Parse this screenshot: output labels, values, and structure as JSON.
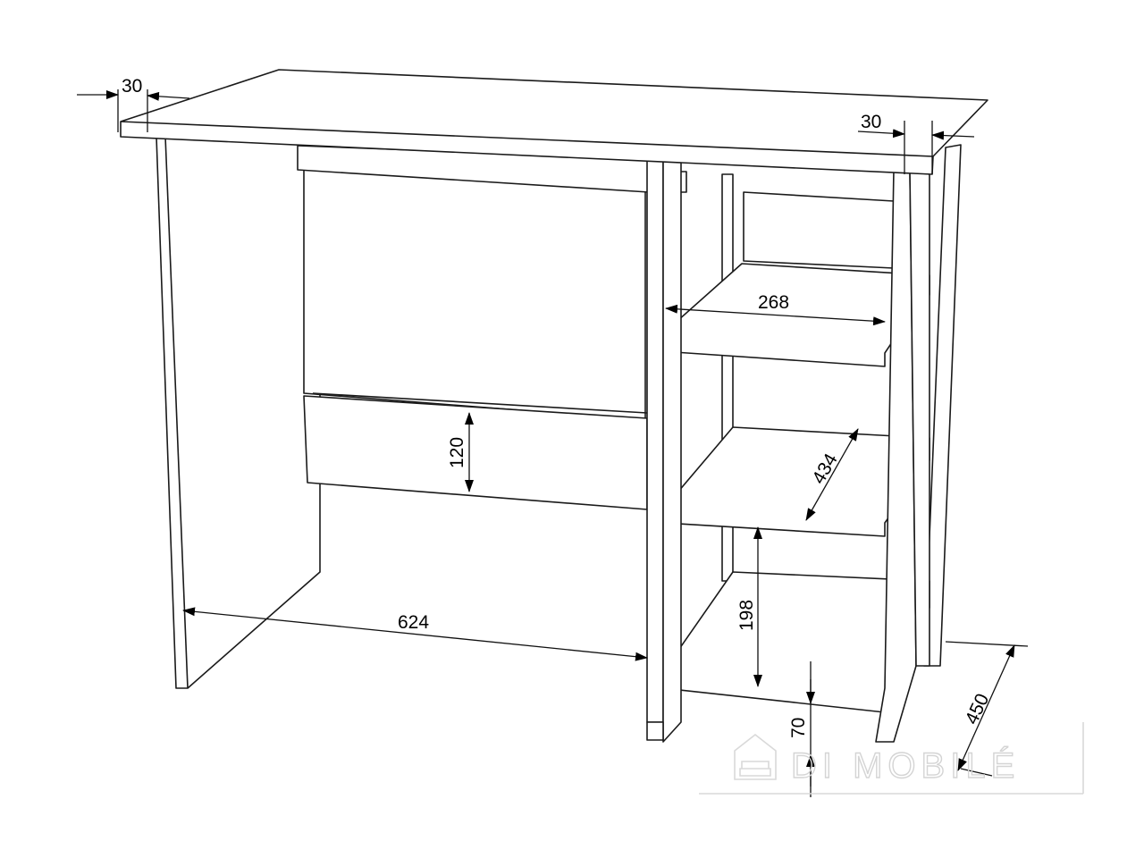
{
  "dimensions": {
    "top_thickness_left": "30",
    "top_thickness_right": "30",
    "shelf_width": "268",
    "drawer_height": "120",
    "shelf_depth": "434",
    "shelf_spacing": "198",
    "plinth_height": "70",
    "knee_space_width": "624",
    "total_depth": "450"
  },
  "watermark": {
    "text": "DI MOBILÉ",
    "icon": "sofa-house-icon"
  },
  "colors": {
    "line": "#1a1a1a",
    "watermark": "#d4d4d4"
  }
}
